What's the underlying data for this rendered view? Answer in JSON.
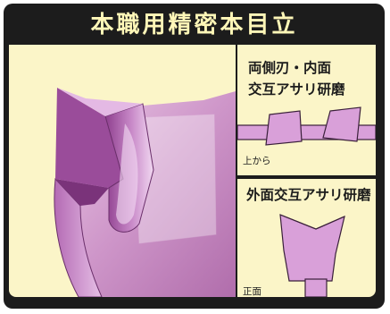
{
  "title": "本職用精密本目立",
  "top_diagram": {
    "heading_line1": "両側刃・内面",
    "heading_line2": "交互アサリ研磨",
    "caption": "上から"
  },
  "bottom_diagram": {
    "heading": "外面交互アサリ研磨",
    "caption": "正面"
  },
  "colors": {
    "frame": "#1c1c1c",
    "title_text": "#fff7b8",
    "panel_bg": "#fbf5c8",
    "shape_fill": "#d9a0d9",
    "shape_stroke": "#3a203a"
  }
}
